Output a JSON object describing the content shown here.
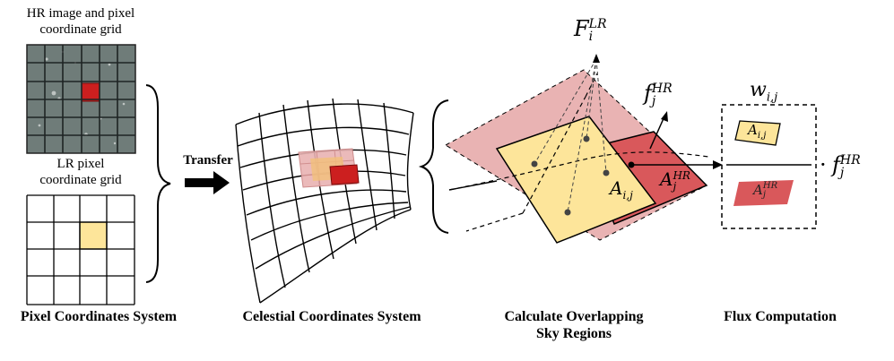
{
  "labels": {
    "hr_grid": [
      "HR image and pixel",
      "coordinate grid"
    ],
    "lr_grid": [
      "LR pixel",
      "coordinate grid"
    ],
    "transfer": "Transfer"
  },
  "sections": {
    "pixel": "Pixel Coordinates System",
    "celestial": "Celestial Coordinates System",
    "overlap": [
      "Calculate Overlapping",
      "Sky Regions"
    ],
    "flux": "Flux Computation"
  },
  "math": {
    "F_lr": {
      "base": "F",
      "sup": "LR",
      "sub": "i"
    },
    "f_hr": {
      "base": "f",
      "sup": "HR",
      "sub": "j"
    },
    "A_ij": {
      "base": "A",
      "sub": "i,j"
    },
    "A_hr": {
      "base": "A",
      "sup": "HR",
      "sub": "j"
    },
    "w_ij": {
      "base": "w",
      "sub": "i,j"
    },
    "dot": "·"
  },
  "colors": {
    "lr_yellow": "#fde59a",
    "hr_red": "#cc1f1f",
    "lr_pink": "#e9b3b3",
    "hr_red_soft": "#d9585b",
    "grid_gray": "#6f7c79"
  }
}
